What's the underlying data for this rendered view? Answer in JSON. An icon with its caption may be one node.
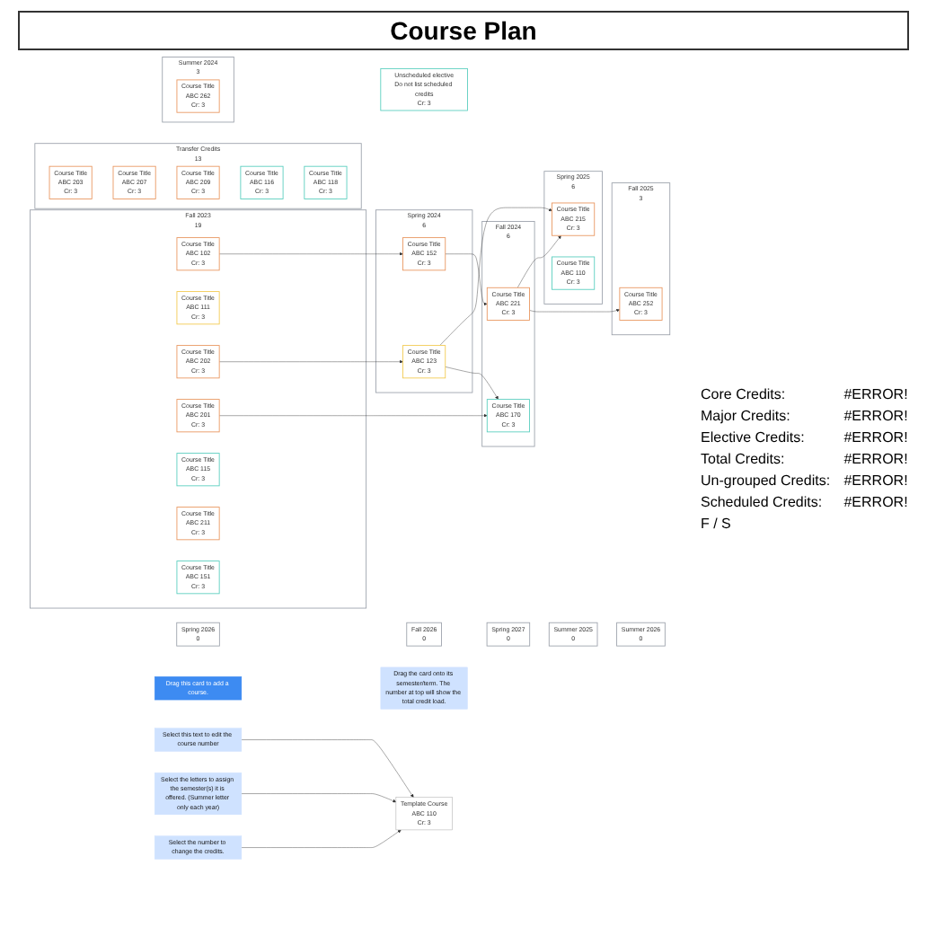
{
  "diagram": {
    "title": "Course Plan",
    "nodes": [
      {
        "text": [
          "Fall 2023",
          "19"
        ]
      },
      {
        "text": [
          "Course Title",
          "ABC 102",
          "Cr: 3"
        ],
        "in": 0
      },
      {
        "text": [
          "Course Title",
          "ABC 111",
          "Cr: 3"
        ],
        "in": 0
      },
      {
        "text": [
          "Course Title",
          "ABC 202",
          "Cr: 3"
        ],
        "in": 0
      },
      {
        "text": [
          "Course Title",
          "ABC 201",
          "Cr: 3"
        ],
        "in": 0
      },
      {
        "text": [
          "Course Title",
          "ABC 115",
          "Cr: 3"
        ],
        "in": 0
      },
      {
        "text": [
          "Course Title",
          "ABC 211",
          "Cr: 3"
        ],
        "in": 0
      },
      {
        "text": [
          "Course Title",
          "ABC 151",
          "Cr: 3"
        ],
        "in": 0
      },
      {
        "text": [
          "Spring 2024",
          "6"
        ]
      },
      {
        "text": [
          "Course Title",
          "ABC 152",
          "Cr: 3"
        ],
        "in": 8
      },
      {
        "text": [
          "Course Title",
          "ABC 123",
          "Cr: 3"
        ],
        "in": 8
      },
      {
        "text": [
          "Fall 2024",
          "6"
        ]
      },
      {
        "text": [
          "Course Title",
          "ABC 221",
          "Cr: 3"
        ],
        "in": 11
      },
      {
        "text": [
          "Course Title",
          "ABC 170",
          "Cr: 3"
        ],
        "in": 11
      },
      {
        "text": [
          "Spring 2025",
          "6"
        ]
      },
      {
        "text": [
          "Course Title",
          "ABC 215",
          "Cr: 3"
        ],
        "in": 14
      },
      {
        "text": [
          "Course Title",
          "ABC 110",
          "Cr: 3"
        ],
        "in": 14
      },
      {
        "text": [
          "Fall 2025",
          "3"
        ]
      },
      {
        "text": [
          "Course Title",
          "ABC 252",
          "Cr: 3"
        ],
        "in": 17
      },
      {
        "text": [
          "Spring 2026",
          "0"
        ]
      },
      {
        "text": [
          "Fall 2026",
          "0"
        ]
      },
      {
        "text": [
          "Spring 2027",
          "0"
        ]
      },
      {
        "text": [
          "Transfer Credits",
          "13"
        ]
      },
      {
        "text": [
          "Course Title",
          "ABC 203",
          "Cr: 3"
        ],
        "in": 22
      },
      {
        "text": [
          "Course Title",
          "ABC 207",
          "Cr: 3"
        ],
        "in": 22
      },
      {
        "text": [
          "Course Title",
          "ABC 209",
          "Cr: 3"
        ],
        "in": 22
      },
      {
        "text": [
          "Course Title",
          "ABC 116",
          "Cr: 3"
        ],
        "in": 22
      },
      {
        "text": [
          "Course Title",
          "ABC 118",
          "Cr: 3"
        ],
        "in": 22
      },
      {
        "text": [
          "Summer 2024",
          "3"
        ]
      },
      {
        "text": [
          "Course Title",
          "ABC 262",
          "Cr: 3"
        ],
        "in": 28
      },
      {
        "text": [
          "Summer 2025",
          "0"
        ]
      },
      {
        "text": [
          "Unscheduled elective",
          "Do not list scheduled credits",
          "Cr: 3"
        ]
      },
      {
        "text": [
          "Summer 2026",
          "0"
        ]
      },
      {
        "text": [
          "Drag this card to add a course."
        ]
      },
      {
        "text": [
          "Drag the card onto its semester/term. The number at top will show the total credit load."
        ]
      },
      {
        "text": [
          "Select this text to edit the course number"
        ]
      },
      {
        "text": [
          "Template Course",
          "ABC 110",
          "Cr: 3"
        ]
      },
      {
        "text": [
          "Select the letters to assign the semester(s) it is offered. (Summer letter only each year)"
        ]
      },
      {
        "text": [
          "Select the number to change the credits."
        ]
      }
    ],
    "edges": [
      {
        "from": 1,
        "to": 9,
        "arrow": "to"
      },
      {
        "from": 3,
        "to": 10,
        "arrow": "to"
      },
      {
        "from": 9,
        "to": 12,
        "arrow": "to"
      },
      {
        "from": 10,
        "to": 15,
        "arrow": "to"
      },
      {
        "from": 4,
        "to": 13,
        "arrow": "to"
      },
      {
        "from": 10,
        "to": 13,
        "arrow": "to"
      },
      {
        "from": 12,
        "to": 15,
        "arrow": "to"
      },
      {
        "from": 12,
        "to": 18,
        "arrow": "to"
      },
      {
        "from": 35,
        "to": 36,
        "arrow": "to"
      },
      {
        "from": 37,
        "to": 36,
        "arrow": "to"
      },
      {
        "from": 38,
        "to": 36,
        "arrow": "to"
      }
    ],
    "labels": [
      "Core Credits:",
      "#ERROR!",
      "Major Credits:",
      "#ERROR!",
      "Elective Credits:",
      "#ERROR!",
      "Total Credits:",
      "#ERROR!",
      "Un-grouped Credits:",
      "#ERROR!",
      "Scheduled Credits:",
      "#ERROR!",
      "F / S"
    ]
  }
}
